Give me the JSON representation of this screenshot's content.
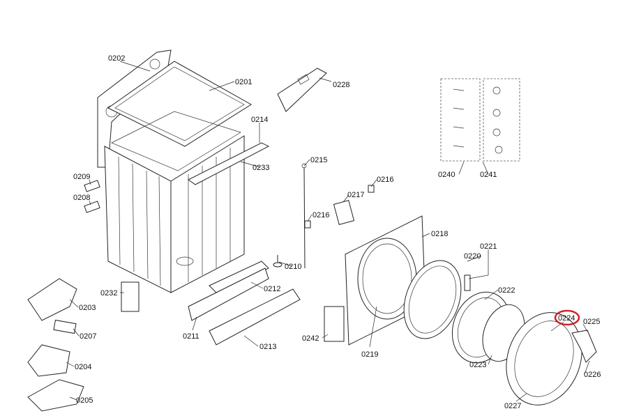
{
  "diagram": {
    "title": "Exploded parts view",
    "highlight_color": "#d0202a",
    "highlighted_part": "0224",
    "labels": [
      "0202",
      "0201",
      "0228",
      "0214",
      "0233",
      "0215",
      "0216",
      "0217",
      "0216",
      "0209",
      "0208",
      "0218",
      "0220",
      "0221",
      "0210",
      "0212",
      "0222",
      "0232",
      "0203",
      "0224",
      "0225",
      "0211",
      "0213",
      "0242",
      "0207",
      "0219",
      "0223",
      "0226",
      "0204",
      "0205",
      "0227",
      "0240",
      "0241"
    ]
  }
}
